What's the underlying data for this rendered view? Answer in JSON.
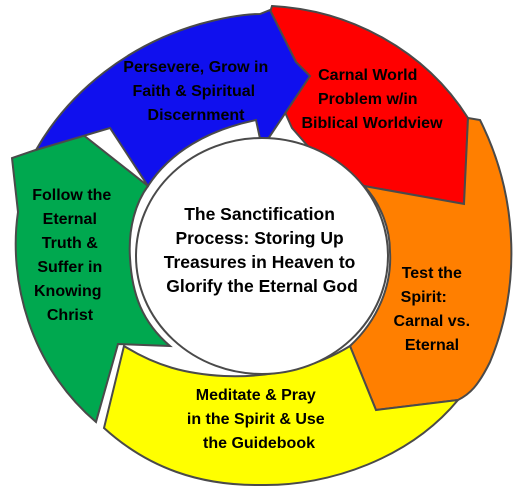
{
  "center": {
    "lines": [
      "The Sanctification",
      "Process: Storing Up",
      "Treasures in Heaven to",
      "Glorify the Eternal God"
    ]
  },
  "segments": [
    {
      "id": "carnal-world",
      "color": "#ff0000",
      "lines": [
        "Carnal World",
        "Problem w/in",
        "Biblical Worldview"
      ]
    },
    {
      "id": "test-spirit",
      "color": "#ff7f00",
      "lines": [
        "Test the",
        "Spirit:",
        "Carnal vs.",
        "Eternal"
      ]
    },
    {
      "id": "meditate-pray",
      "color": "#ffff00",
      "lines": [
        "Meditate & Pray",
        "in the Spirit & Use",
        "the Guidebook"
      ]
    },
    {
      "id": "follow-truth",
      "color": "#00a84f",
      "lines": [
        "Follow the",
        "Eternal",
        "Truth &",
        "Suffer in",
        "Knowing",
        "Christ"
      ]
    },
    {
      "id": "persevere",
      "color": "#1010ee",
      "lines": [
        "Persevere, Grow in",
        "Faith & Spiritual",
        "Discernment"
      ]
    }
  ]
}
